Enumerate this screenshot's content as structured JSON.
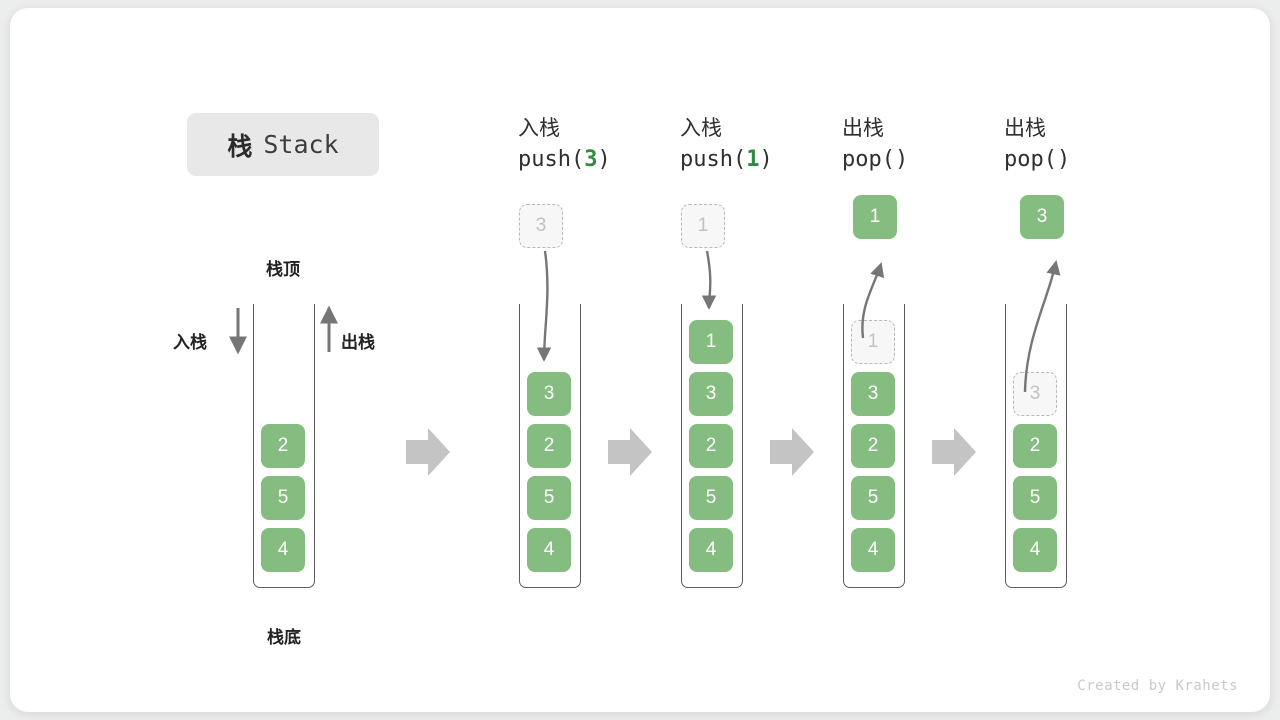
{
  "title": {
    "cn": "栈",
    "en": "Stack"
  },
  "left_diagram": {
    "top_label": "栈顶",
    "bottom_label": "栈底",
    "push_label": "入栈",
    "pop_label": "出栈",
    "items": [
      "2",
      "5",
      "4"
    ]
  },
  "steps": [
    {
      "cn": "入栈",
      "code_prefix": "push(",
      "code_arg": "3",
      "code_suffix": ")",
      "floating": {
        "value": "3",
        "style": "ghost"
      },
      "stack_items": [
        {
          "value": "3",
          "style": "filled"
        },
        {
          "value": "2",
          "style": "filled"
        },
        {
          "value": "5",
          "style": "filled"
        },
        {
          "value": "4",
          "style": "filled"
        }
      ]
    },
    {
      "cn": "入栈",
      "code_prefix": "push(",
      "code_arg": "1",
      "code_suffix": ")",
      "floating": {
        "value": "1",
        "style": "ghost"
      },
      "stack_items": [
        {
          "value": "1",
          "style": "filled"
        },
        {
          "value": "3",
          "style": "filled"
        },
        {
          "value": "2",
          "style": "filled"
        },
        {
          "value": "5",
          "style": "filled"
        },
        {
          "value": "4",
          "style": "filled"
        }
      ]
    },
    {
      "cn": "出栈",
      "code_prefix": "pop(",
      "code_arg": "",
      "code_suffix": ")",
      "floating": {
        "value": "1",
        "style": "filled"
      },
      "stack_items": [
        {
          "value": "1",
          "style": "ghost"
        },
        {
          "value": "3",
          "style": "filled"
        },
        {
          "value": "2",
          "style": "filled"
        },
        {
          "value": "5",
          "style": "filled"
        },
        {
          "value": "4",
          "style": "filled"
        }
      ]
    },
    {
      "cn": "出栈",
      "code_prefix": "pop(",
      "code_arg": "",
      "code_suffix": ")",
      "floating": {
        "value": "3",
        "style": "filled"
      },
      "stack_items": [
        {
          "value": "3",
          "style": "ghost"
        },
        {
          "value": "2",
          "style": "filled"
        },
        {
          "value": "5",
          "style": "filled"
        },
        {
          "value": "4",
          "style": "filled"
        }
      ]
    }
  ],
  "footer": "Created by Krahets",
  "colors": {
    "green": "#85bd80",
    "green_text": "#2e8b40",
    "arrow_gray": "#767676",
    "block_arrow_gray": "#c4c4c4",
    "ghost_border": "#b9b9b9",
    "card_bg": "#ffffff",
    "page_bg": "#eceded"
  }
}
